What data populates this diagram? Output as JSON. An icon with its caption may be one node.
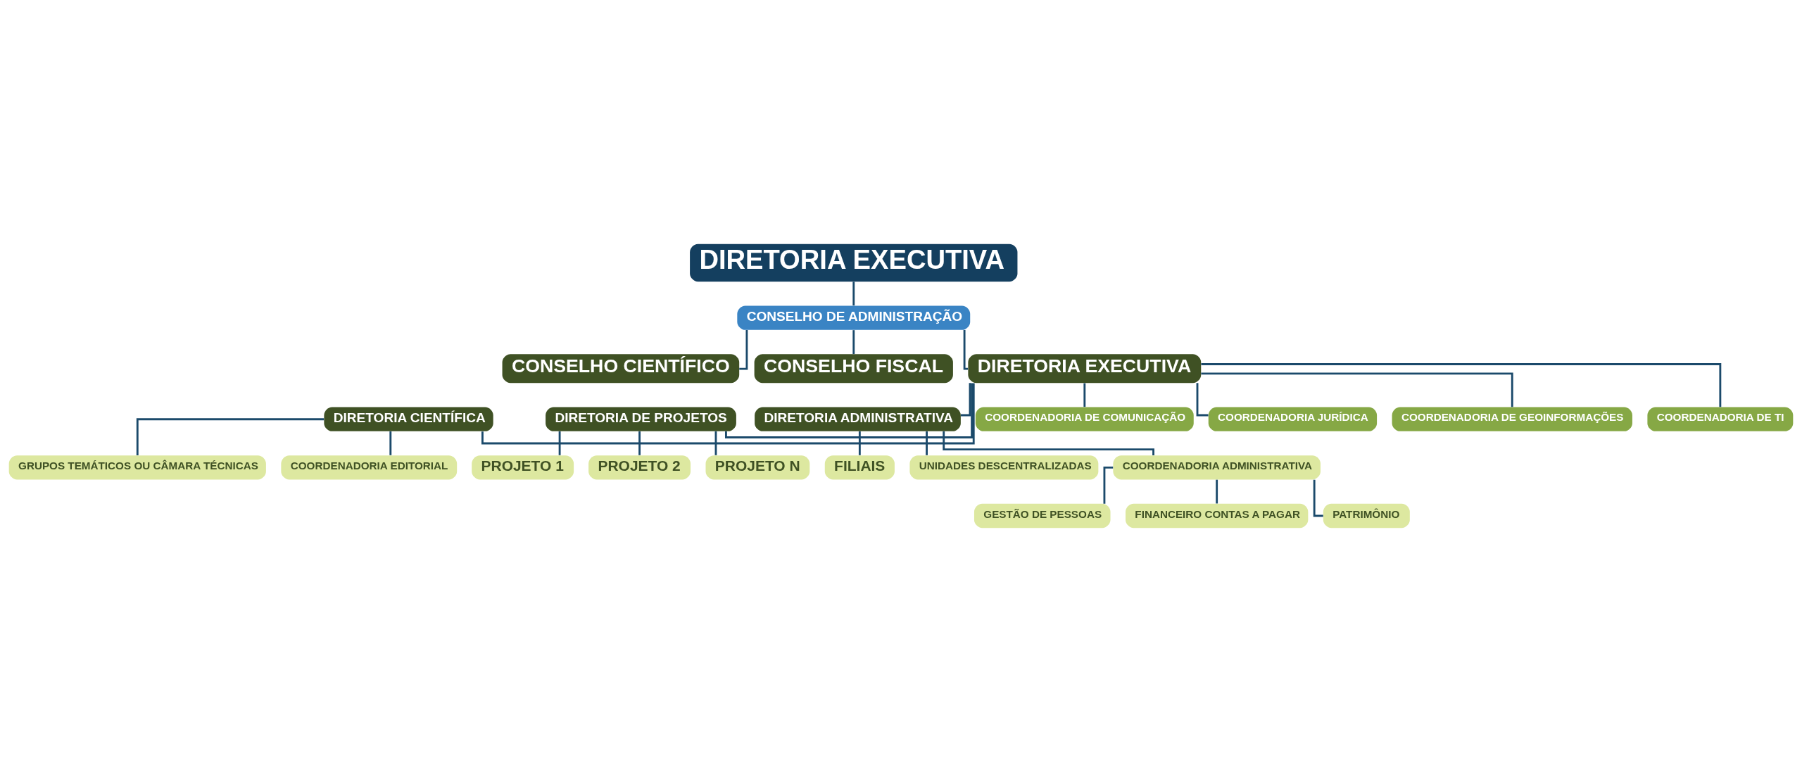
{
  "diagram": {
    "nodes": [
      {
        "text": [
          "DIRETORIA EXECUTIVA"
        ]
      },
      {
        "text": [
          "CONSELHO DE ADMINISTRAÇÃO"
        ]
      },
      {
        "text": [
          "CONSELHO CIENTÍFICO"
        ]
      },
      {
        "text": [
          "CONSELHO FISCAL"
        ]
      },
      {
        "text": [
          "DIRETORIA EXECUTIVA"
        ]
      },
      {
        "text": [
          "COORDENADORIA DE COMUNICAÇÃO"
        ]
      },
      {
        "text": [
          "COORDENADORIA JURÍDICA"
        ]
      },
      {
        "text": [
          "COORDENADORIA DE GEOINFORMAÇÕES"
        ]
      },
      {
        "text": [
          "COORDENADORIA DE TI"
        ]
      },
      {
        "text": [
          "DIRETORIA CIENTÍFICA"
        ]
      },
      {
        "text": [
          "DIRETORIA DE PROJETOS"
        ]
      },
      {
        "text": [
          "DIRETORIA ADMINISTRATIVA"
        ]
      },
      {
        "text": [
          "GRUPOS TEMÁTICOS OU CÂMARA TÉCNICAS"
        ]
      },
      {
        "text": [
          "COORDENADORIA EDITORIAL"
        ]
      },
      {
        "text": [
          "PROJETO 1"
        ]
      },
      {
        "text": [
          "PROJETO 2"
        ]
      },
      {
        "text": [
          "PROJETO N"
        ]
      },
      {
        "text": [
          "FILIAIS"
        ]
      },
      {
        "text": [
          "UNIDADES DESCENTRALIZADAS"
        ]
      },
      {
        "text": [
          "COORDENADORIA ADMINISTRATIVA"
        ]
      },
      {
        "text": [
          "GESTÃO DE PESSOAS"
        ]
      },
      {
        "text": [
          "FINANCEIRO CONTAS A PAGAR"
        ]
      },
      {
        "text": [
          "PATRIMÔNIO"
        ]
      }
    ],
    "edges": [
      {
        "from": 0,
        "to": 1,
        "arrow": "none"
      },
      {
        "from": 1,
        "to": 2,
        "arrow": "none"
      },
      {
        "from": 1,
        "to": 3,
        "arrow": "none"
      },
      {
        "from": 1,
        "to": 4,
        "arrow": "none"
      },
      {
        "from": 4,
        "to": 5,
        "arrow": "none"
      },
      {
        "from": 4,
        "to": 6,
        "arrow": "none"
      },
      {
        "from": 4,
        "to": 7,
        "arrow": "none"
      },
      {
        "from": 4,
        "to": 8,
        "arrow": "none"
      },
      {
        "from": 4,
        "to": 9,
        "arrow": "none"
      },
      {
        "from": 4,
        "to": 10,
        "arrow": "none"
      },
      {
        "from": 4,
        "to": 11,
        "arrow": "none"
      },
      {
        "from": 9,
        "to": 12,
        "arrow": "none"
      },
      {
        "from": 9,
        "to": 13,
        "arrow": "none"
      },
      {
        "from": 10,
        "to": 14,
        "arrow": "none"
      },
      {
        "from": 10,
        "to": 15,
        "arrow": "none"
      },
      {
        "from": 10,
        "to": 16,
        "arrow": "none"
      },
      {
        "from": 11,
        "to": 17,
        "arrow": "none"
      },
      {
        "from": 11,
        "to": 18,
        "arrow": "none"
      },
      {
        "from": 11,
        "to": 19,
        "arrow": "none"
      },
      {
        "from": 19,
        "to": 20,
        "arrow": "none"
      },
      {
        "from": 19,
        "to": 21,
        "arrow": "none"
      },
      {
        "from": 19,
        "to": 22,
        "arrow": "none"
      }
    ]
  }
}
